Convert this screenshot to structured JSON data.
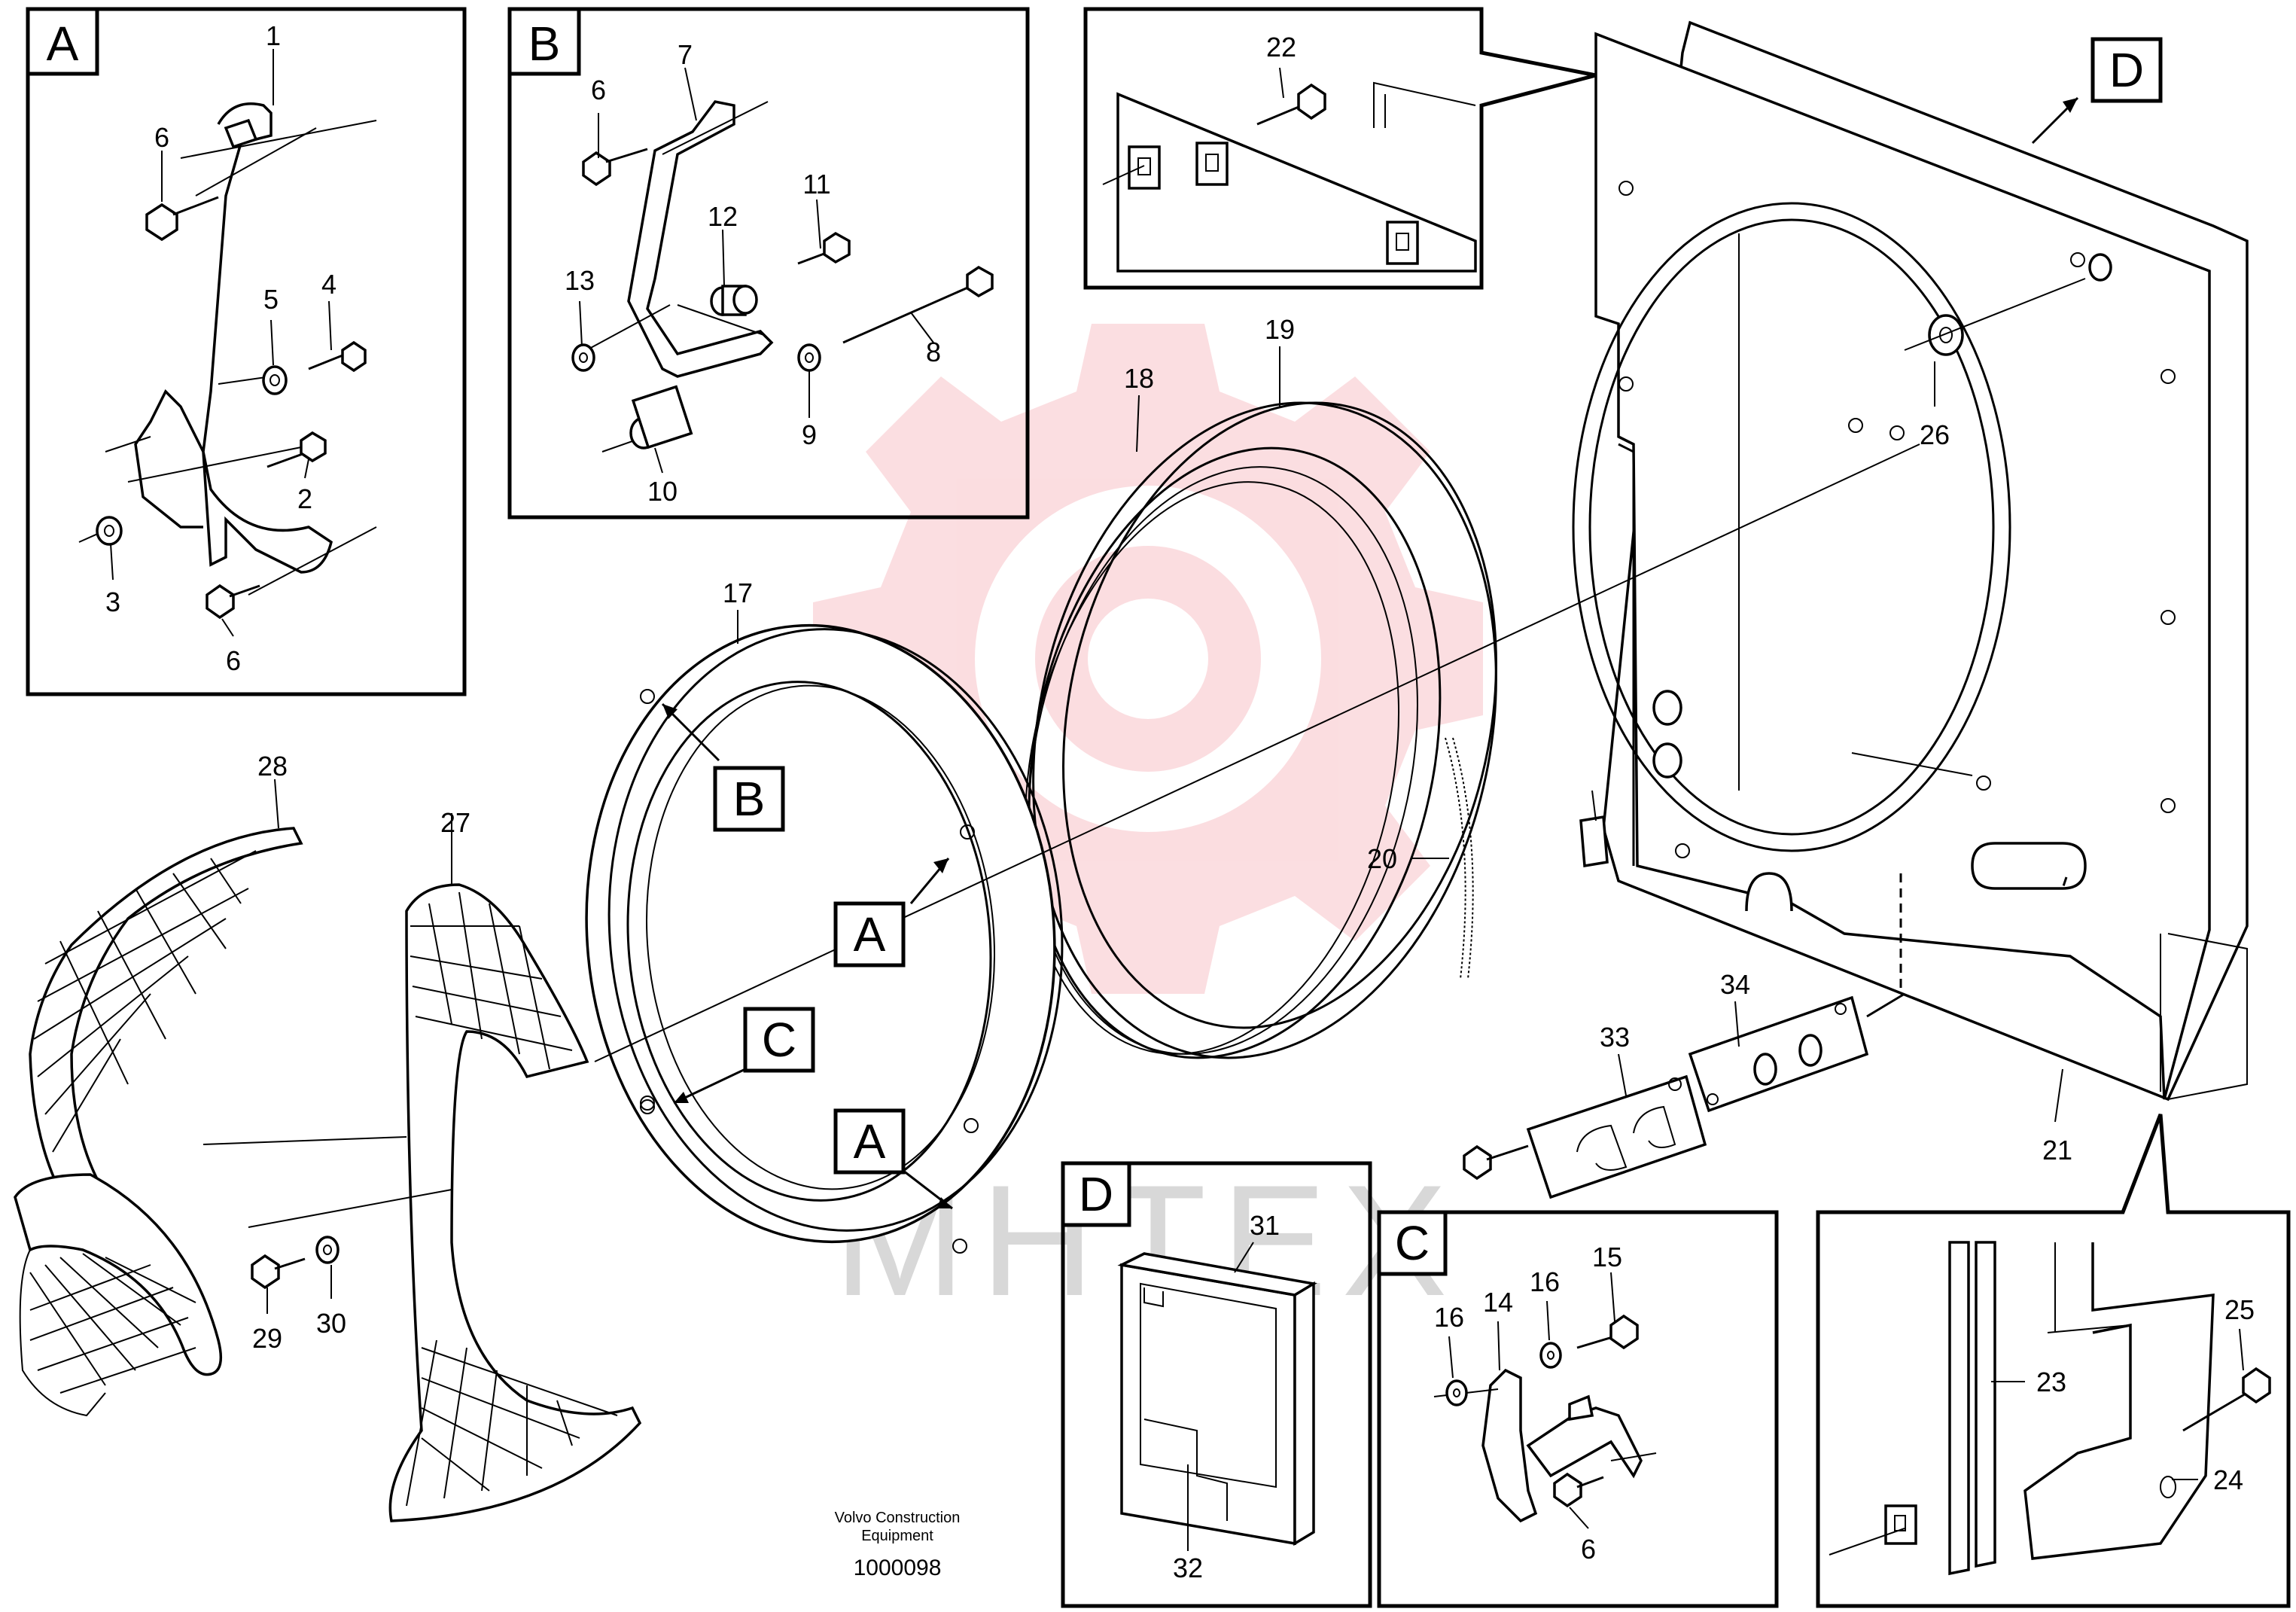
{
  "panels": {
    "A": {
      "letter": "A",
      "callouts": [
        "1",
        "6",
        "5",
        "4",
        "2",
        "3",
        "6"
      ]
    },
    "B": {
      "letter": "B",
      "callouts": [
        "7",
        "6",
        "11",
        "12",
        "13",
        "8",
        "9",
        "10"
      ]
    },
    "top_detail": {
      "callouts": [
        "22"
      ]
    },
    "D_small": {
      "letter": "D",
      "callouts": [
        "31",
        "32"
      ]
    },
    "C": {
      "letter": "C",
      "callouts": [
        "15",
        "16",
        "14",
        "16",
        "6"
      ]
    },
    "bottom_right_detail": {
      "callouts": [
        "25",
        "23",
        "24"
      ]
    }
  },
  "main": {
    "callouts": {
      "c17": "17",
      "c18": "18",
      "c19": "19",
      "c20": "20",
      "c21": "21",
      "c26": "26",
      "c27": "27",
      "c28": "28",
      "c29": "29",
      "c30": "30",
      "c33": "33",
      "c34": "34"
    },
    "tags": {
      "tD": "D",
      "tB": "B",
      "tA1": "A",
      "tC": "C",
      "tA2": "A"
    }
  },
  "footer": {
    "maker_line1": "Volvo Construction",
    "maker_line2": "Equipment",
    "doc_number": "1000098"
  },
  "watermark": {
    "text": "MHTEX"
  },
  "colors": {
    "line": "#000000",
    "watermark": "#f4a0a8"
  }
}
